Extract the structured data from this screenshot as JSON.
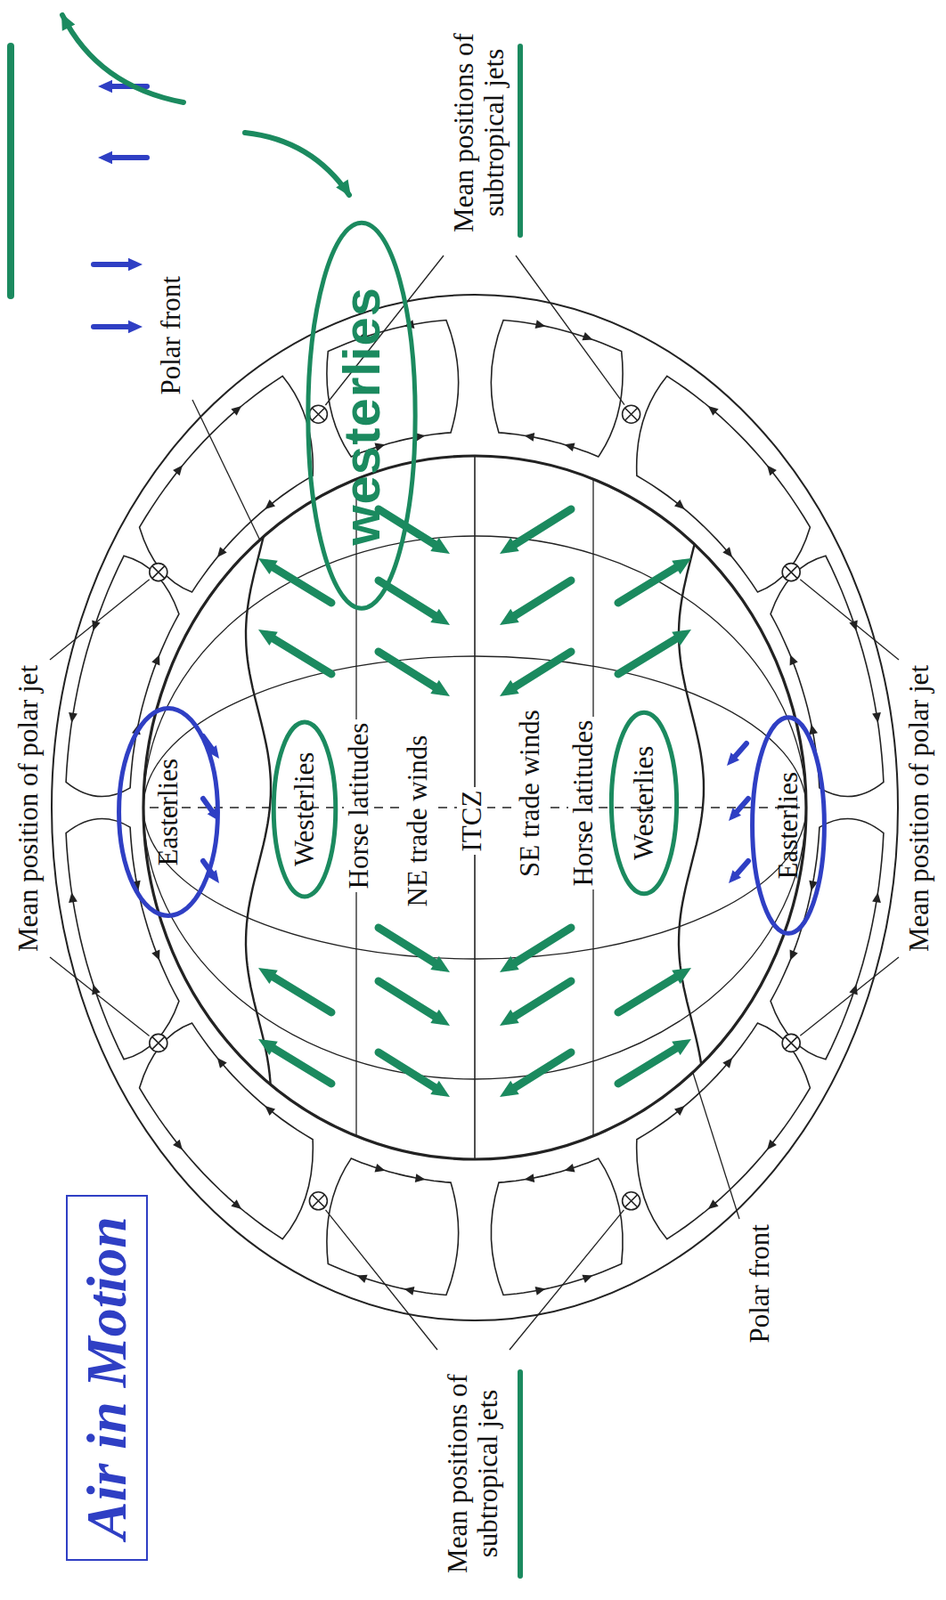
{
  "diagram": {
    "title": "Air in Motion",
    "nodes": [
      {
        "text": [
          "Easterlies"
        ]
      },
      {
        "text": [
          "Westerlies"
        ]
      },
      {
        "text": [
          "westerlies"
        ]
      },
      {
        "text": [
          "Westerlies"
        ]
      },
      {
        "text": [
          "Easterlies"
        ]
      }
    ],
    "labels": [
      "Mean position of polar jet",
      "Polar front",
      "Mean positions of subtropical jets",
      "Horse latitudes",
      "NE trade winds",
      "ITCZ",
      "SE trade winds",
      "Horse latitudes",
      "Polar front",
      "Mean position of polar jet",
      "Mean positions of subtropical jets"
    ]
  }
}
